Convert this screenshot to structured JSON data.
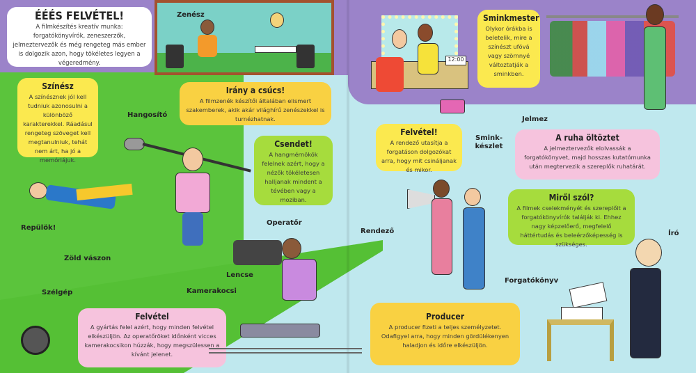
{
  "intro": {
    "title": "ÉÉÉS FELVÉTEL!",
    "text": "A filmkészítés kreatív munka: forgatókönyvírók, zeneszerzők, jelmeztervezők és még rengeteg más ember is dolgozik azon, hogy tökéletes legyen a végeredmény."
  },
  "boxes": {
    "szinesz": {
      "title": "Színész",
      "text": "A színésznek jól kell tudniuk azonosulni a különböző karakterekkel. Ráadásul rengeteg szöveget kell megtanulniuk, tehát nem árt, ha jó a memóriájuk."
    },
    "irany": {
      "title": "Irány a csúcs!",
      "text": "A filmzenék készítői általában elismert szakemberek, akik akár világhírű zenészekkel is turnézhatnak."
    },
    "csendet": {
      "title": "Csendet!",
      "text": "A hangmérnökök felelnek azért, hogy a nézők tökéletesen halljanak mindent a tévében vagy a moziban."
    },
    "felvetel": {
      "title": "Felvétel",
      "text": "A gyártás felel azért, hogy minden felvétel elkészüljön. Az operatőröket időnként vicces kamerakocsikon húzzák, hogy megszülessen a kívánt jelenet."
    },
    "sminkmester": {
      "title": "Sminkmester",
      "text": "Olykor órákba is beletelik, mire a színészt ufóvá vagy szörnnyé változtatják a sminkben."
    },
    "felvetel2": {
      "title": "Felvétel!",
      "text": "A rendező utasítja a forgatáson dolgozókat arra, hogy mit csináljanak és mikor."
    },
    "ruha": {
      "title": "A ruha öltöztet",
      "text": "A jelmeztervezők elolvassák a forgatókönyvet, majd hosszas kutatómunka után megtervezik a szereplők ruhatárát."
    },
    "mirol": {
      "title": "Miről szól?",
      "text": "A filmek cselekményét és szereplőit a forgatókönyvírók találják ki. Ehhez nagy képzelőerő, megfelelő háttértudás és beleérzőképesség is szükséges."
    },
    "producer": {
      "title": "Producer",
      "text": "A producer fizeti a teljes személyzetet. Odafigyel arra, hogy minden gördülékenyen haladjon és időre elkészüljön."
    }
  },
  "labels": {
    "zenesz": "Zenész",
    "hangosito": "Hangosító",
    "repulok": "Repülök!",
    "zold": "Zöld vászon",
    "szelgep": "Szélgép",
    "lencse": "Lencse",
    "kamerakocsi": "Kamerakocsi",
    "operator": "Operatőr",
    "smink": "Smink-készlet",
    "jelmez": "Jelmez",
    "rendezo": "Rendező",
    "iro": "Író",
    "forgatokonyv": "Forgatókönyv",
    "clock": "12:00"
  }
}
